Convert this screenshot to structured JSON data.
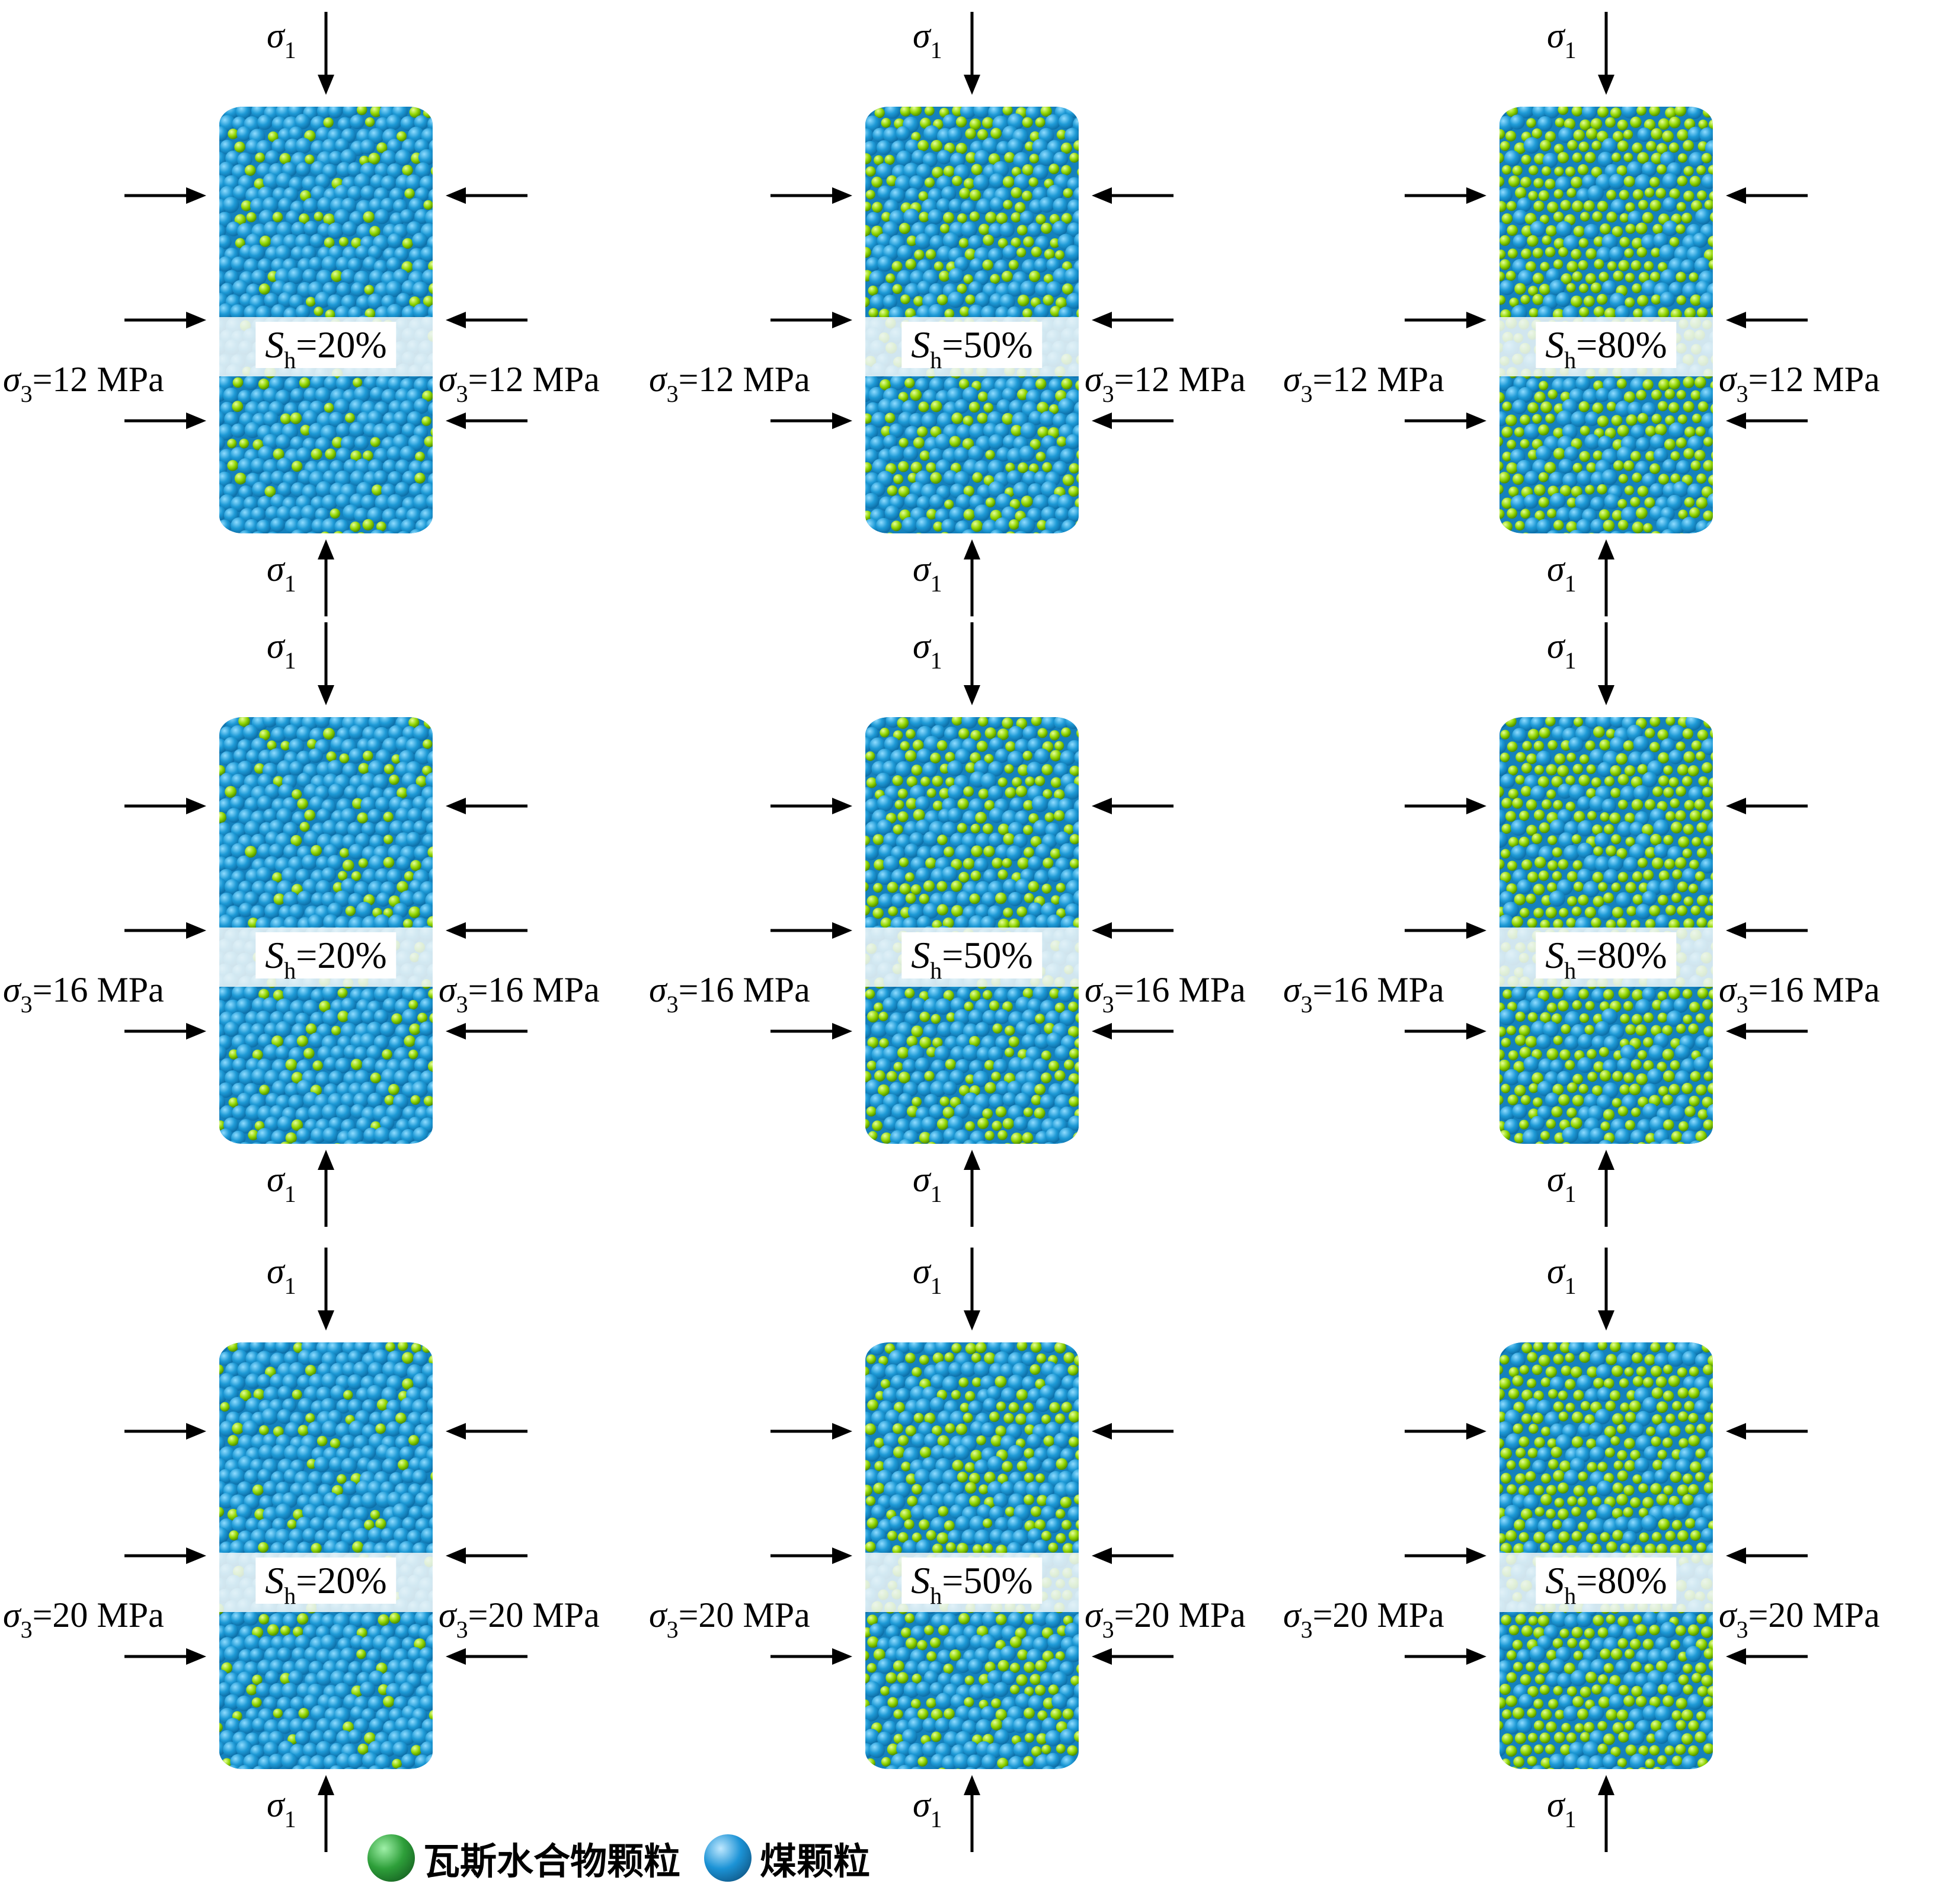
{
  "legend": {
    "hydrate": {
      "label": "瓦斯水合物颗粒",
      "color": "#2e9f3a"
    },
    "coal": {
      "label": "煤颗粒",
      "color": "#1c93d6"
    }
  },
  "particle_colors": {
    "coal": "#1e9ad6",
    "coal_dark": "#0d6fa8",
    "hydrate": "#8fd400"
  },
  "axial_stress": {
    "symbol": "σ",
    "subscript": "1"
  },
  "confining_stress": {
    "symbol": "σ",
    "subscript": "3"
  },
  "saturation": {
    "symbol": "S",
    "subscript": "h"
  },
  "rows": [
    {
      "confining_label": "=12 MPa"
    },
    {
      "confining_label": "=16 MPa"
    },
    {
      "confining_label": "=20 MPa"
    }
  ],
  "columns": [
    {
      "sh_label": "=20%",
      "hydrate_fraction": 0.2
    },
    {
      "sh_label": "=50%",
      "hydrate_fraction": 0.5
    },
    {
      "sh_label": "=80%",
      "hydrate_fraction": 0.8
    }
  ]
}
